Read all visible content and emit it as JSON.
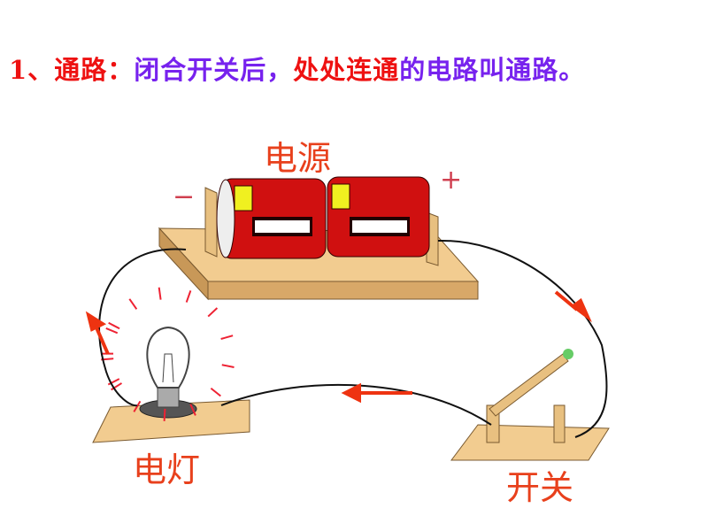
{
  "title": {
    "num": "1、",
    "term": "通路：",
    "part1": "闭合开关后，",
    "emph": "处处连通",
    "part2": "的电路叫通路。"
  },
  "labels": {
    "power": "电源",
    "lamp": "电灯",
    "switch": "开关",
    "minus": "−",
    "plus": "+"
  },
  "colors": {
    "red": "#ee1111",
    "purple": "#7722ee",
    "label": "#e8401c",
    "battery": "#d01010",
    "wood": "#f0c888"
  }
}
